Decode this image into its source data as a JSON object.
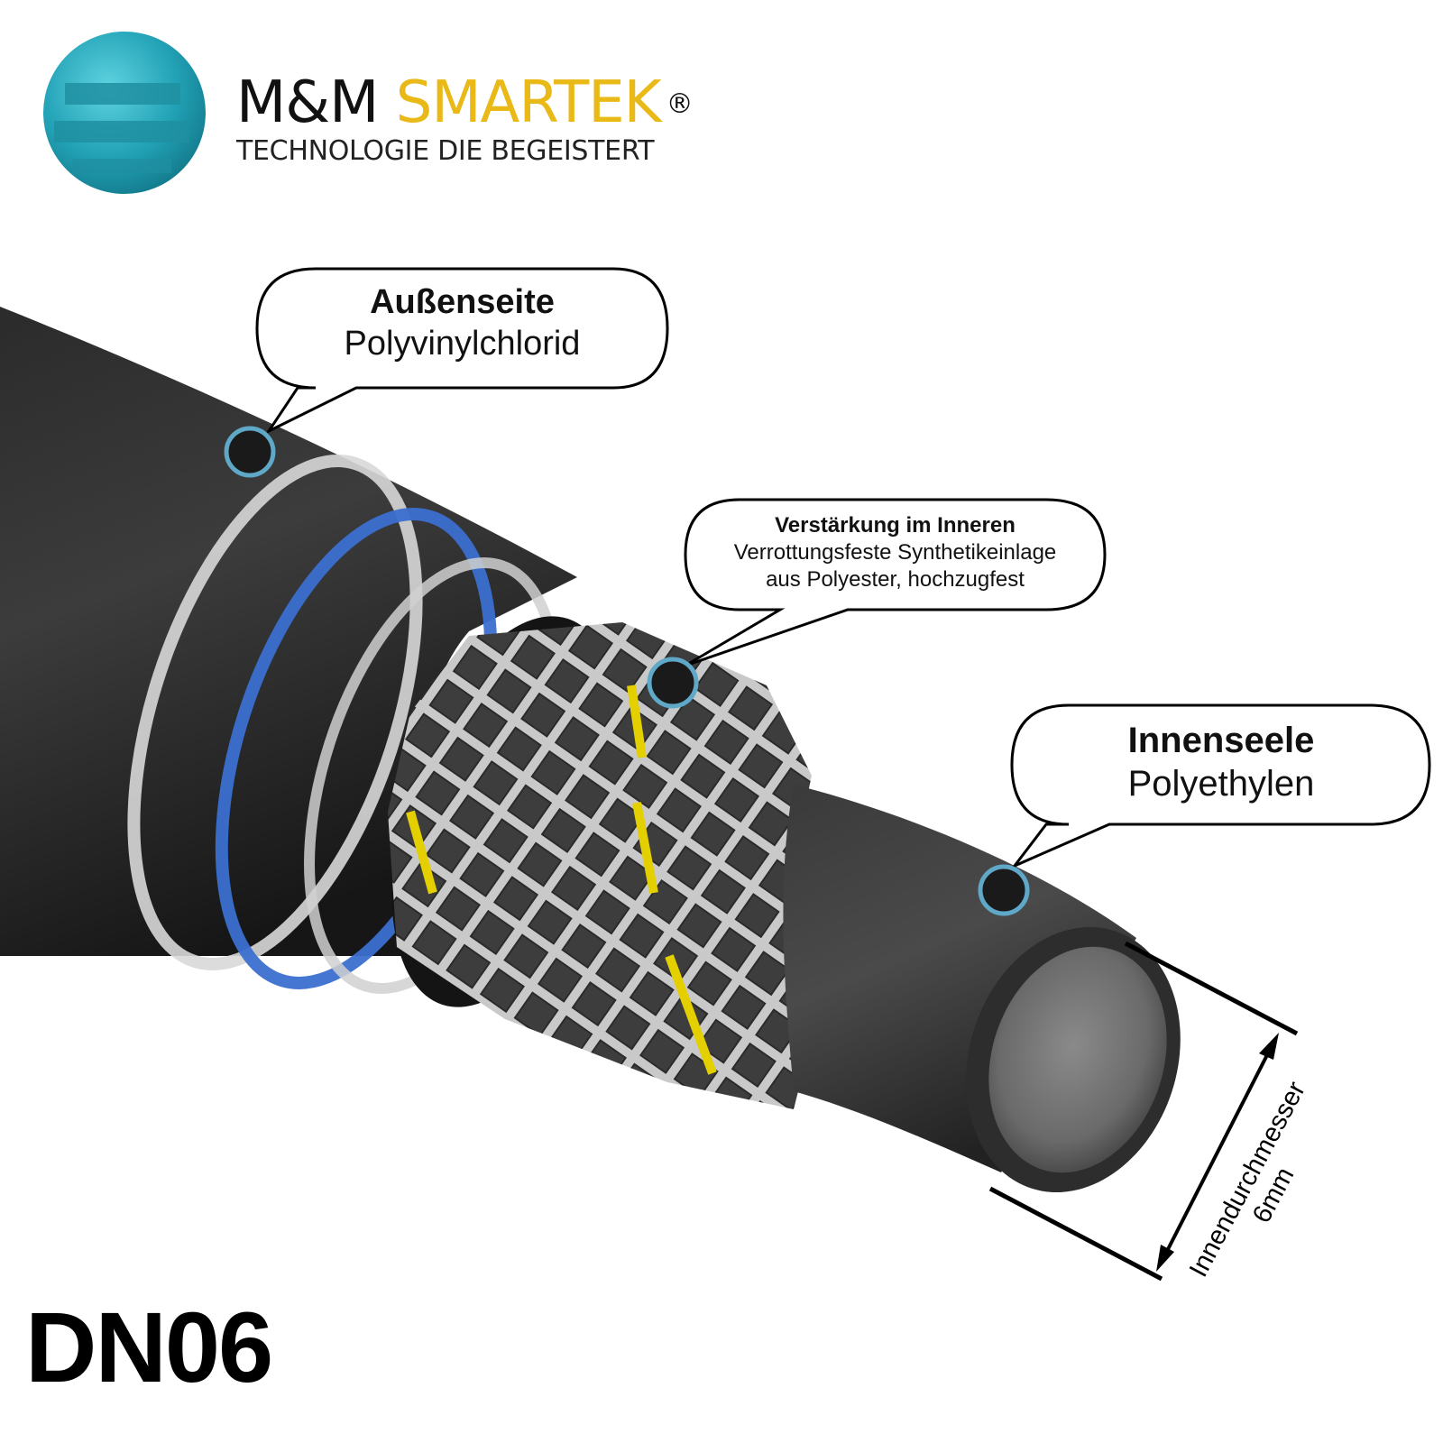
{
  "brand": {
    "name_part1": "M&M",
    "name_part2": "SMARTEK",
    "registered_mark": "®",
    "tagline": "TECHNOLOGIE DIE BEGEISTERT",
    "logo_color": "#2aa6b8",
    "accent_color": "#e8b917"
  },
  "callouts": {
    "outer": {
      "title": "Außenseite",
      "subtitle": "Polyvinylchlorid"
    },
    "reinforcement": {
      "title": "Verstärkung im Inneren",
      "line1": "Verrottungsfeste Synthetikeinlage",
      "line2": "aus Polyester, hochzugfest"
    },
    "inner": {
      "title": "Innenseele",
      "subtitle": "Polyethylen"
    }
  },
  "dimension": {
    "label": "Innendurchmesser",
    "value": "6mm"
  },
  "product_code": "DN06"
}
